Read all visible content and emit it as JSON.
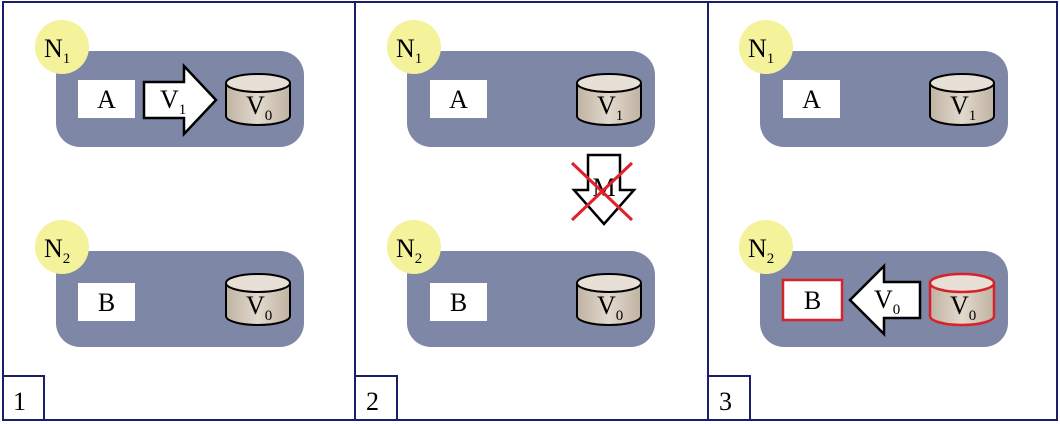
{
  "panels": [
    {
      "number": "1",
      "nodes": [
        {
          "label": "N",
          "label_sub": "1",
          "app": {
            "text": "A",
            "highlight": false
          },
          "store": {
            "text": "V",
            "sub": "0",
            "highlight": false
          },
          "arrow": {
            "text": "V",
            "sub": "1",
            "direction": "right"
          }
        },
        {
          "label": "N",
          "label_sub": "2",
          "app": {
            "text": "B",
            "highlight": false
          },
          "store": {
            "text": "V",
            "sub": "0",
            "highlight": false
          }
        }
      ]
    },
    {
      "number": "2",
      "nodes": [
        {
          "label": "N",
          "label_sub": "1",
          "app": {
            "text": "A",
            "highlight": false
          },
          "store": {
            "text": "V",
            "sub": "1",
            "highlight": false
          }
        },
        {
          "label": "N",
          "label_sub": "2",
          "app": {
            "text": "B",
            "highlight": false
          },
          "store": {
            "text": "V",
            "sub": "0",
            "highlight": false
          }
        }
      ],
      "message_arrow": {
        "text": "M",
        "direction": "down",
        "crossed_out": true
      }
    },
    {
      "number": "3",
      "nodes": [
        {
          "label": "N",
          "label_sub": "1",
          "app": {
            "text": "A",
            "highlight": false
          },
          "store": {
            "text": "V",
            "sub": "1",
            "highlight": false
          }
        },
        {
          "label": "N",
          "label_sub": "2",
          "app": {
            "text": "B",
            "highlight": true
          },
          "store": {
            "text": "V",
            "sub": "0",
            "highlight": true
          },
          "arrow": {
            "text": "V",
            "sub": "0",
            "direction": "left"
          }
        }
      ]
    }
  ],
  "colors": {
    "frame": "#1b1f6b",
    "node_fill": "#7f87a6",
    "node_label_fill": "#f4f29a",
    "store_fill": "#d6cbbd",
    "highlight": "#d8222b",
    "cross": "#e0202a"
  }
}
